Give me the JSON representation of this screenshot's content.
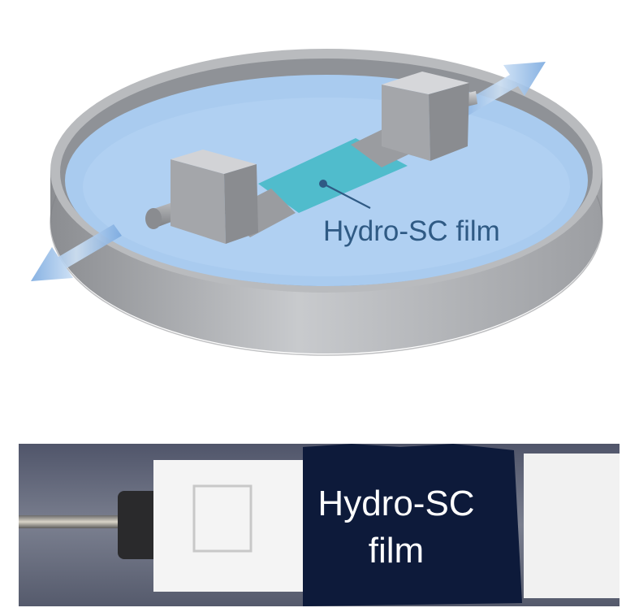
{
  "illustration": {
    "film_label": "Hydro-SC film",
    "colors": {
      "dish": "#b0b2b6",
      "solution": "#a9cbef",
      "film": "#3fb8c6",
      "clamp": "#a6a8ac",
      "arrow": "#9ec2ea",
      "label": "#2f5a84"
    }
  },
  "photo": {
    "film_label_line1": "Hydro-SC",
    "film_label_line2": "film",
    "colors": {
      "film": "#0d1a3a",
      "clamp": "#f4f4f4",
      "background": "#6a6f80"
    }
  }
}
